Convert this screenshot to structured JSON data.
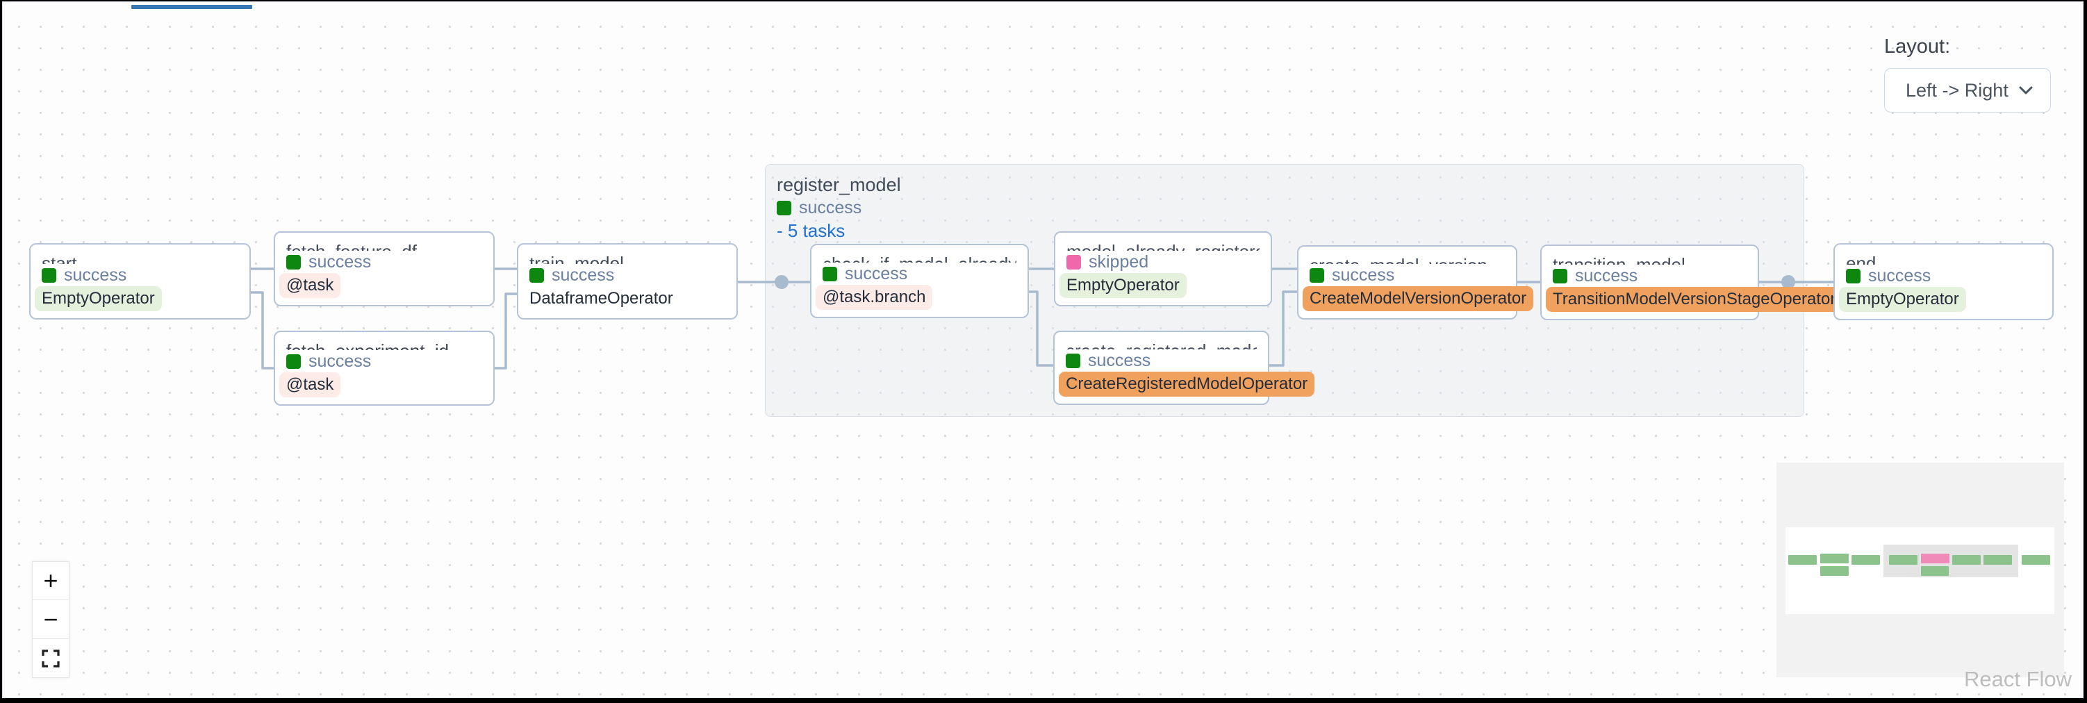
{
  "toolbar": {
    "layout_label": "Layout:",
    "layout_value": "Left -> Right"
  },
  "group": {
    "title": "register_model",
    "status": "success",
    "tasks_toggle": "- 5 tasks"
  },
  "nodes": [
    {
      "title": "start",
      "status": "success",
      "operator": "EmptyOperator"
    },
    {
      "title": "fetch_feature_df",
      "status": "success",
      "operator": "@task"
    },
    {
      "title": "fetch_experiment_id",
      "status": "success",
      "operator": "@task"
    },
    {
      "title": "train_model",
      "status": "success",
      "operator": "DataframeOperator"
    },
    {
      "title": "check_if_model_already_regis...",
      "status": "success",
      "operator": "@task.branch"
    },
    {
      "title": "model_already_registered",
      "status": "skipped",
      "operator": "EmptyOperator"
    },
    {
      "title": "create_registered_model",
      "status": "success",
      "operator": "CreateRegisteredModelOperator"
    },
    {
      "title": "create_model_version",
      "status": "success",
      "operator": "CreateModelVersionOperator"
    },
    {
      "title": "transition_model",
      "status": "success",
      "operator": "TransitionModelVersionStageOperator"
    },
    {
      "title": "end",
      "status": "success",
      "operator": "EmptyOperator"
    }
  ],
  "controls": {
    "zoom_in_glyph": "+",
    "zoom_out_glyph": "−"
  },
  "icons": {
    "fit_view": "fit-view-corners-icon",
    "dropdown_chevron": "chevron-down-icon",
    "status_square": "status-square-icon"
  },
  "colors": {
    "success_green": "#0e8710",
    "skipped_pink": "#f067ab",
    "badge_green_bg": "#e4f2dd",
    "badge_red_bg": "#fcebe7",
    "badge_orange_bg": "#f1a15e",
    "edge_gray_blue": "#a8bacd",
    "link_blue": "#2172cf",
    "tab_indicator_blue": "#3876b4"
  },
  "attribution": "React Flow"
}
